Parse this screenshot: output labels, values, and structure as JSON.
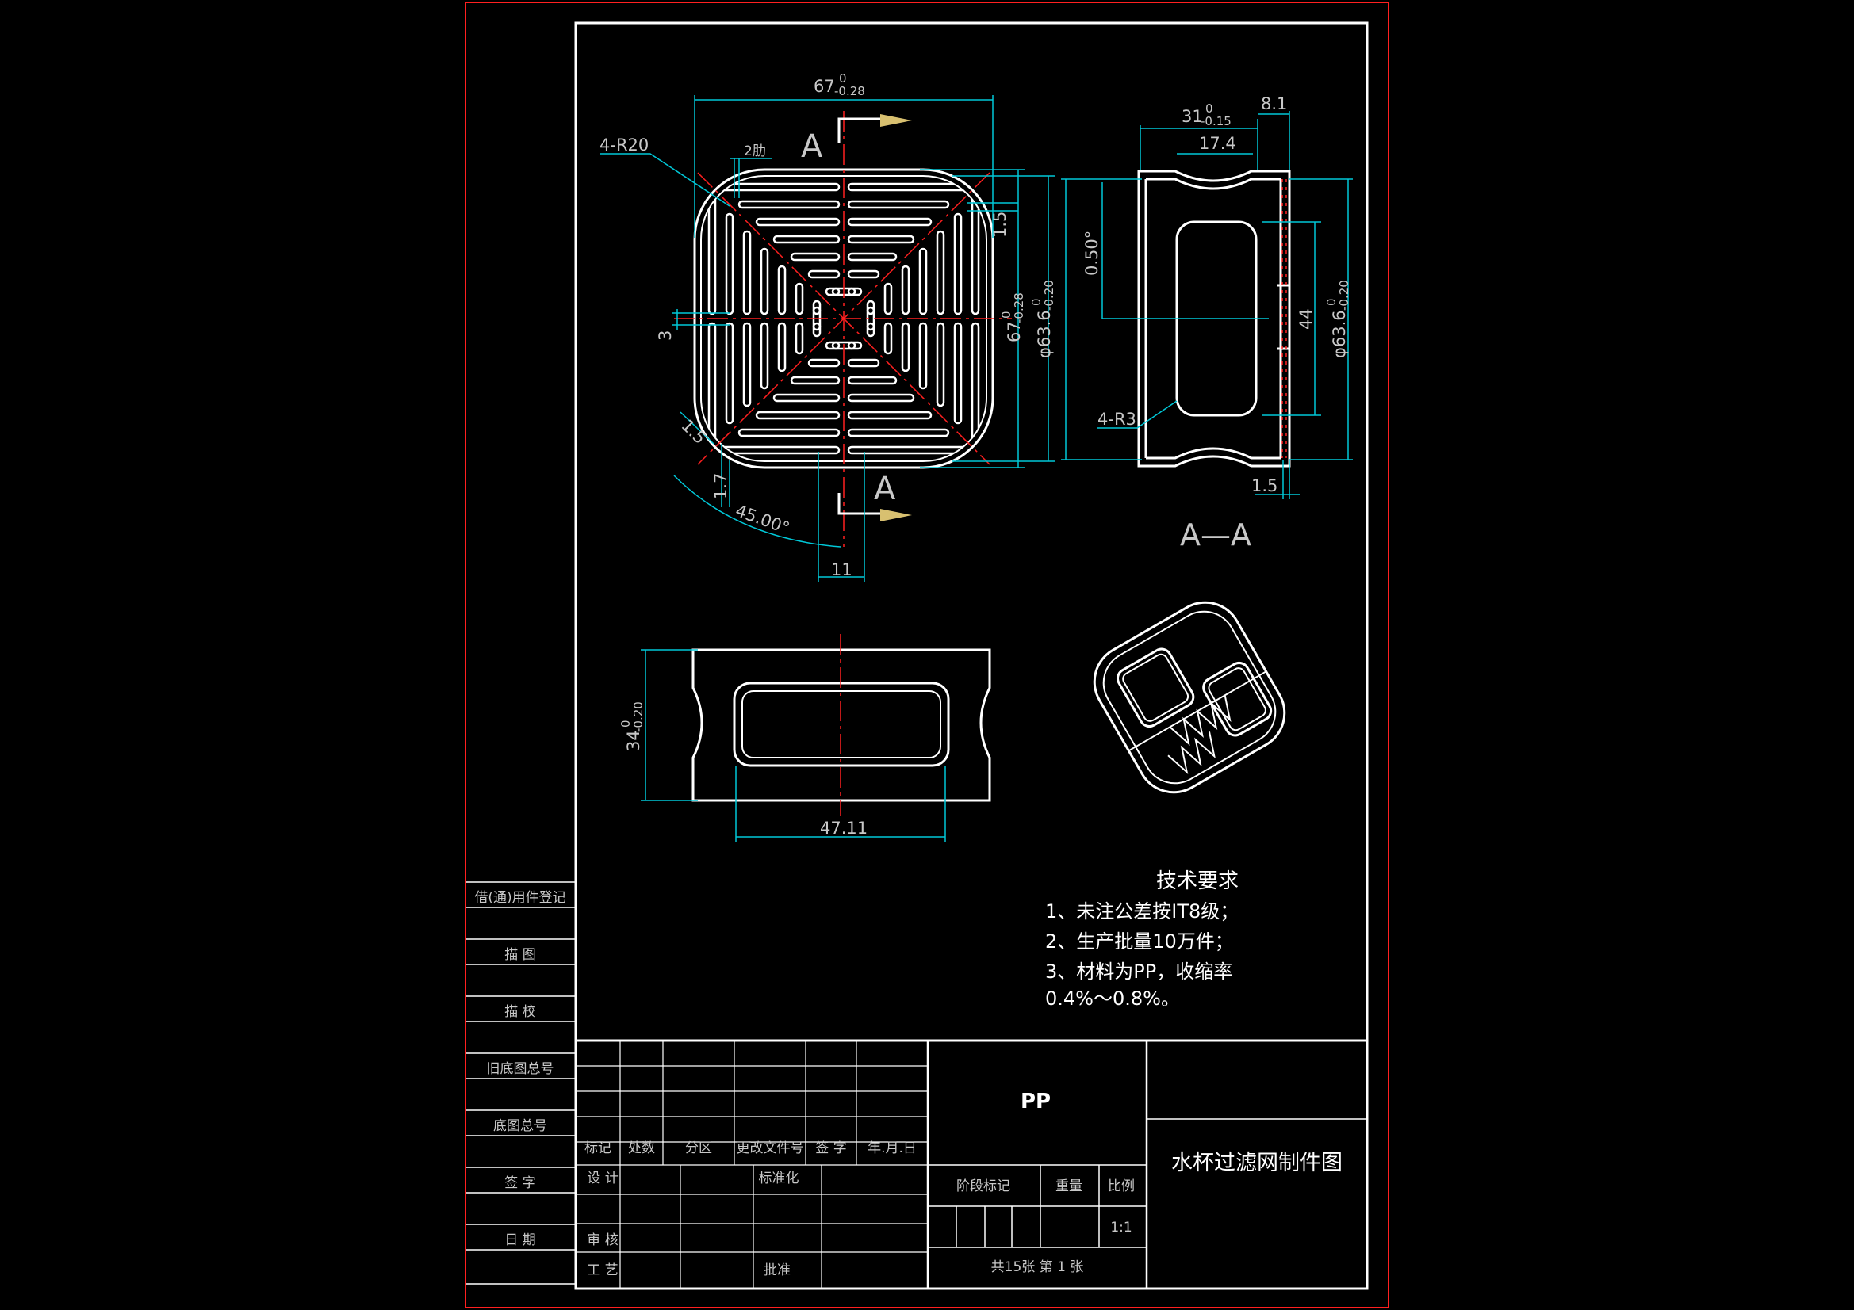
{
  "colors": {
    "background": "#000000",
    "outer_frame": "#ff2020",
    "inner_frame": "#ffffff",
    "geometry": "#ffffff",
    "dimension": "#00c8d8",
    "center_line": "#ff2020",
    "arrow": "#d8c070",
    "text": "#c8c8c8",
    "title_text": "#ffffff"
  },
  "front_view": {
    "dim_width": "67",
    "dim_width_tol_upper": "0",
    "dim_width_tol_lower": "-0.28",
    "dim_height": "67",
    "dim_height_tol_upper": "0",
    "dim_height_tol_lower": "-0.28",
    "dim_diameter": "φ63.6",
    "dim_diameter_tol_upper": "0",
    "dim_diameter_tol_lower": "-0.20",
    "radius_label": "4-R20",
    "rib_label": "2肋",
    "section_letter_top": "A",
    "section_letter_bottom": "A",
    "dim_rib": "1.5",
    "dim_slot": "3",
    "dim_diag": "1.5",
    "dim_edge": "1.7",
    "angle": "45.00°",
    "dim_slot_width": "11"
  },
  "section_view": {
    "caption": "A—A",
    "dim_depth": "31",
    "dim_depth_tol_upper": "0",
    "dim_depth_tol_lower": "-0.15",
    "dim_flange": "8.1",
    "dim_window": "17.4",
    "dim_draft": "0.50°",
    "dim_window_height": "44",
    "dim_diameter": "φ63.6",
    "dim_diameter_tol_upper": "0",
    "dim_diameter_tol_lower": "-0.20",
    "radius_label": "4-R3",
    "dim_wall": "1.5"
  },
  "side_view": {
    "dim_height": "34",
    "dim_height_tol_upper": "0",
    "dim_height_tol_lower": "-0.20",
    "dim_window": "47.11"
  },
  "tech_requirements": {
    "title": "技术要求",
    "items": [
      "1、未注公差按IT8级；",
      "2、生产批量10万件；",
      "3、材料为PP，收缩率",
      "0.4%～0.8%。"
    ]
  },
  "left_strip": {
    "labels": [
      "借(通)用件登记",
      "描  图",
      "描  校",
      "旧底图总号",
      "底图总号",
      "签  字",
      "日  期"
    ]
  },
  "title_block": {
    "material": "PP",
    "drawing_title": "水杯过滤网制件图",
    "revision_headers": [
      "标记",
      "处数",
      "分区",
      "更改文件号",
      "签  字",
      "年.月.日"
    ],
    "role_design": "设 计",
    "role_standard": "标准化",
    "role_check": "审 核",
    "role_process": "工 艺",
    "role_approve": "批准",
    "stage_mark": "阶段标记",
    "weight": "重量",
    "scale_label": "比例",
    "scale_value": "1:1",
    "sheets": "共15张  第 1 张"
  }
}
